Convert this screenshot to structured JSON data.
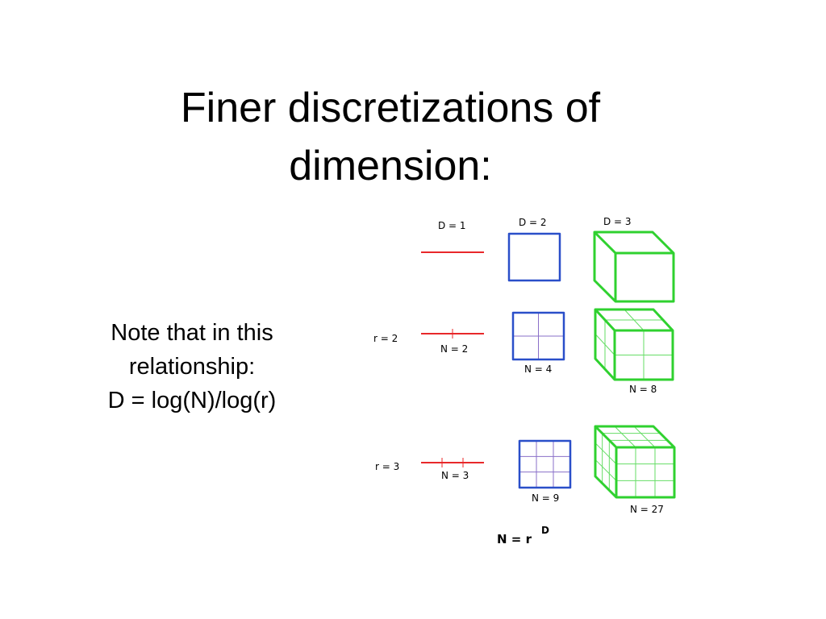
{
  "slide": {
    "title_line1": "Finer discretizations of",
    "title_line2": "dimension:",
    "note_line1": "Note that in this",
    "note_line2": "relationship:",
    "note_line3": "D = log(N)/log(r)"
  },
  "figure": {
    "dimension_labels": [
      "D = 1",
      "D = 2",
      "D = 3"
    ],
    "rows": [
      {
        "r_label": "",
        "labels": [
          "",
          "",
          ""
        ],
        "divisions": 1
      },
      {
        "r_label": "r  = 2",
        "labels": [
          "N = 2",
          "N = 4",
          "N = 8"
        ],
        "divisions": 2
      },
      {
        "r_label": "r = 3",
        "labels": [
          "N = 3",
          "N = 9",
          "N = 27"
        ],
        "divisions": 3
      }
    ],
    "formula_base": "N = r",
    "formula_exponent": "D",
    "colors": {
      "line": "#e8282a",
      "square": "#2a4fc9",
      "cube": "#2fd12f",
      "grid_square": "#8a6fc8",
      "grid_cube": "#66dd66"
    }
  }
}
